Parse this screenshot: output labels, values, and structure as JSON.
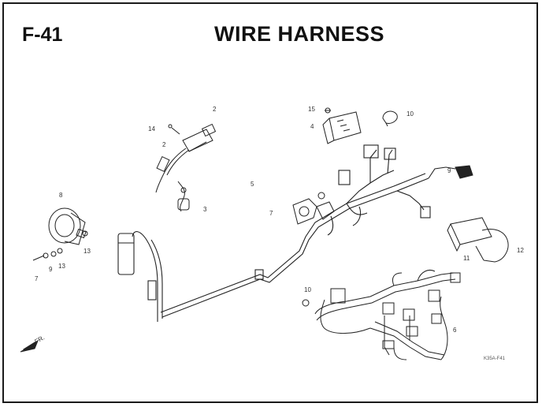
{
  "header": {
    "code": "F-41",
    "title": "WIRE HARNESS"
  },
  "callouts": {
    "c2a": "2",
    "c14": "14",
    "c2b": "2",
    "c3": "3",
    "c15": "15",
    "c4": "4",
    "c10a": "10",
    "c5": "5",
    "c8": "8",
    "c7": "7",
    "c9a": "9",
    "c13a": "13",
    "c13b": "13",
    "c9b": "9",
    "c7b": "7",
    "c11": "11",
    "c12": "12",
    "c10b": "10",
    "c6": "6"
  },
  "direction_mark": "FR.",
  "figure_code": "K35A-F41"
}
